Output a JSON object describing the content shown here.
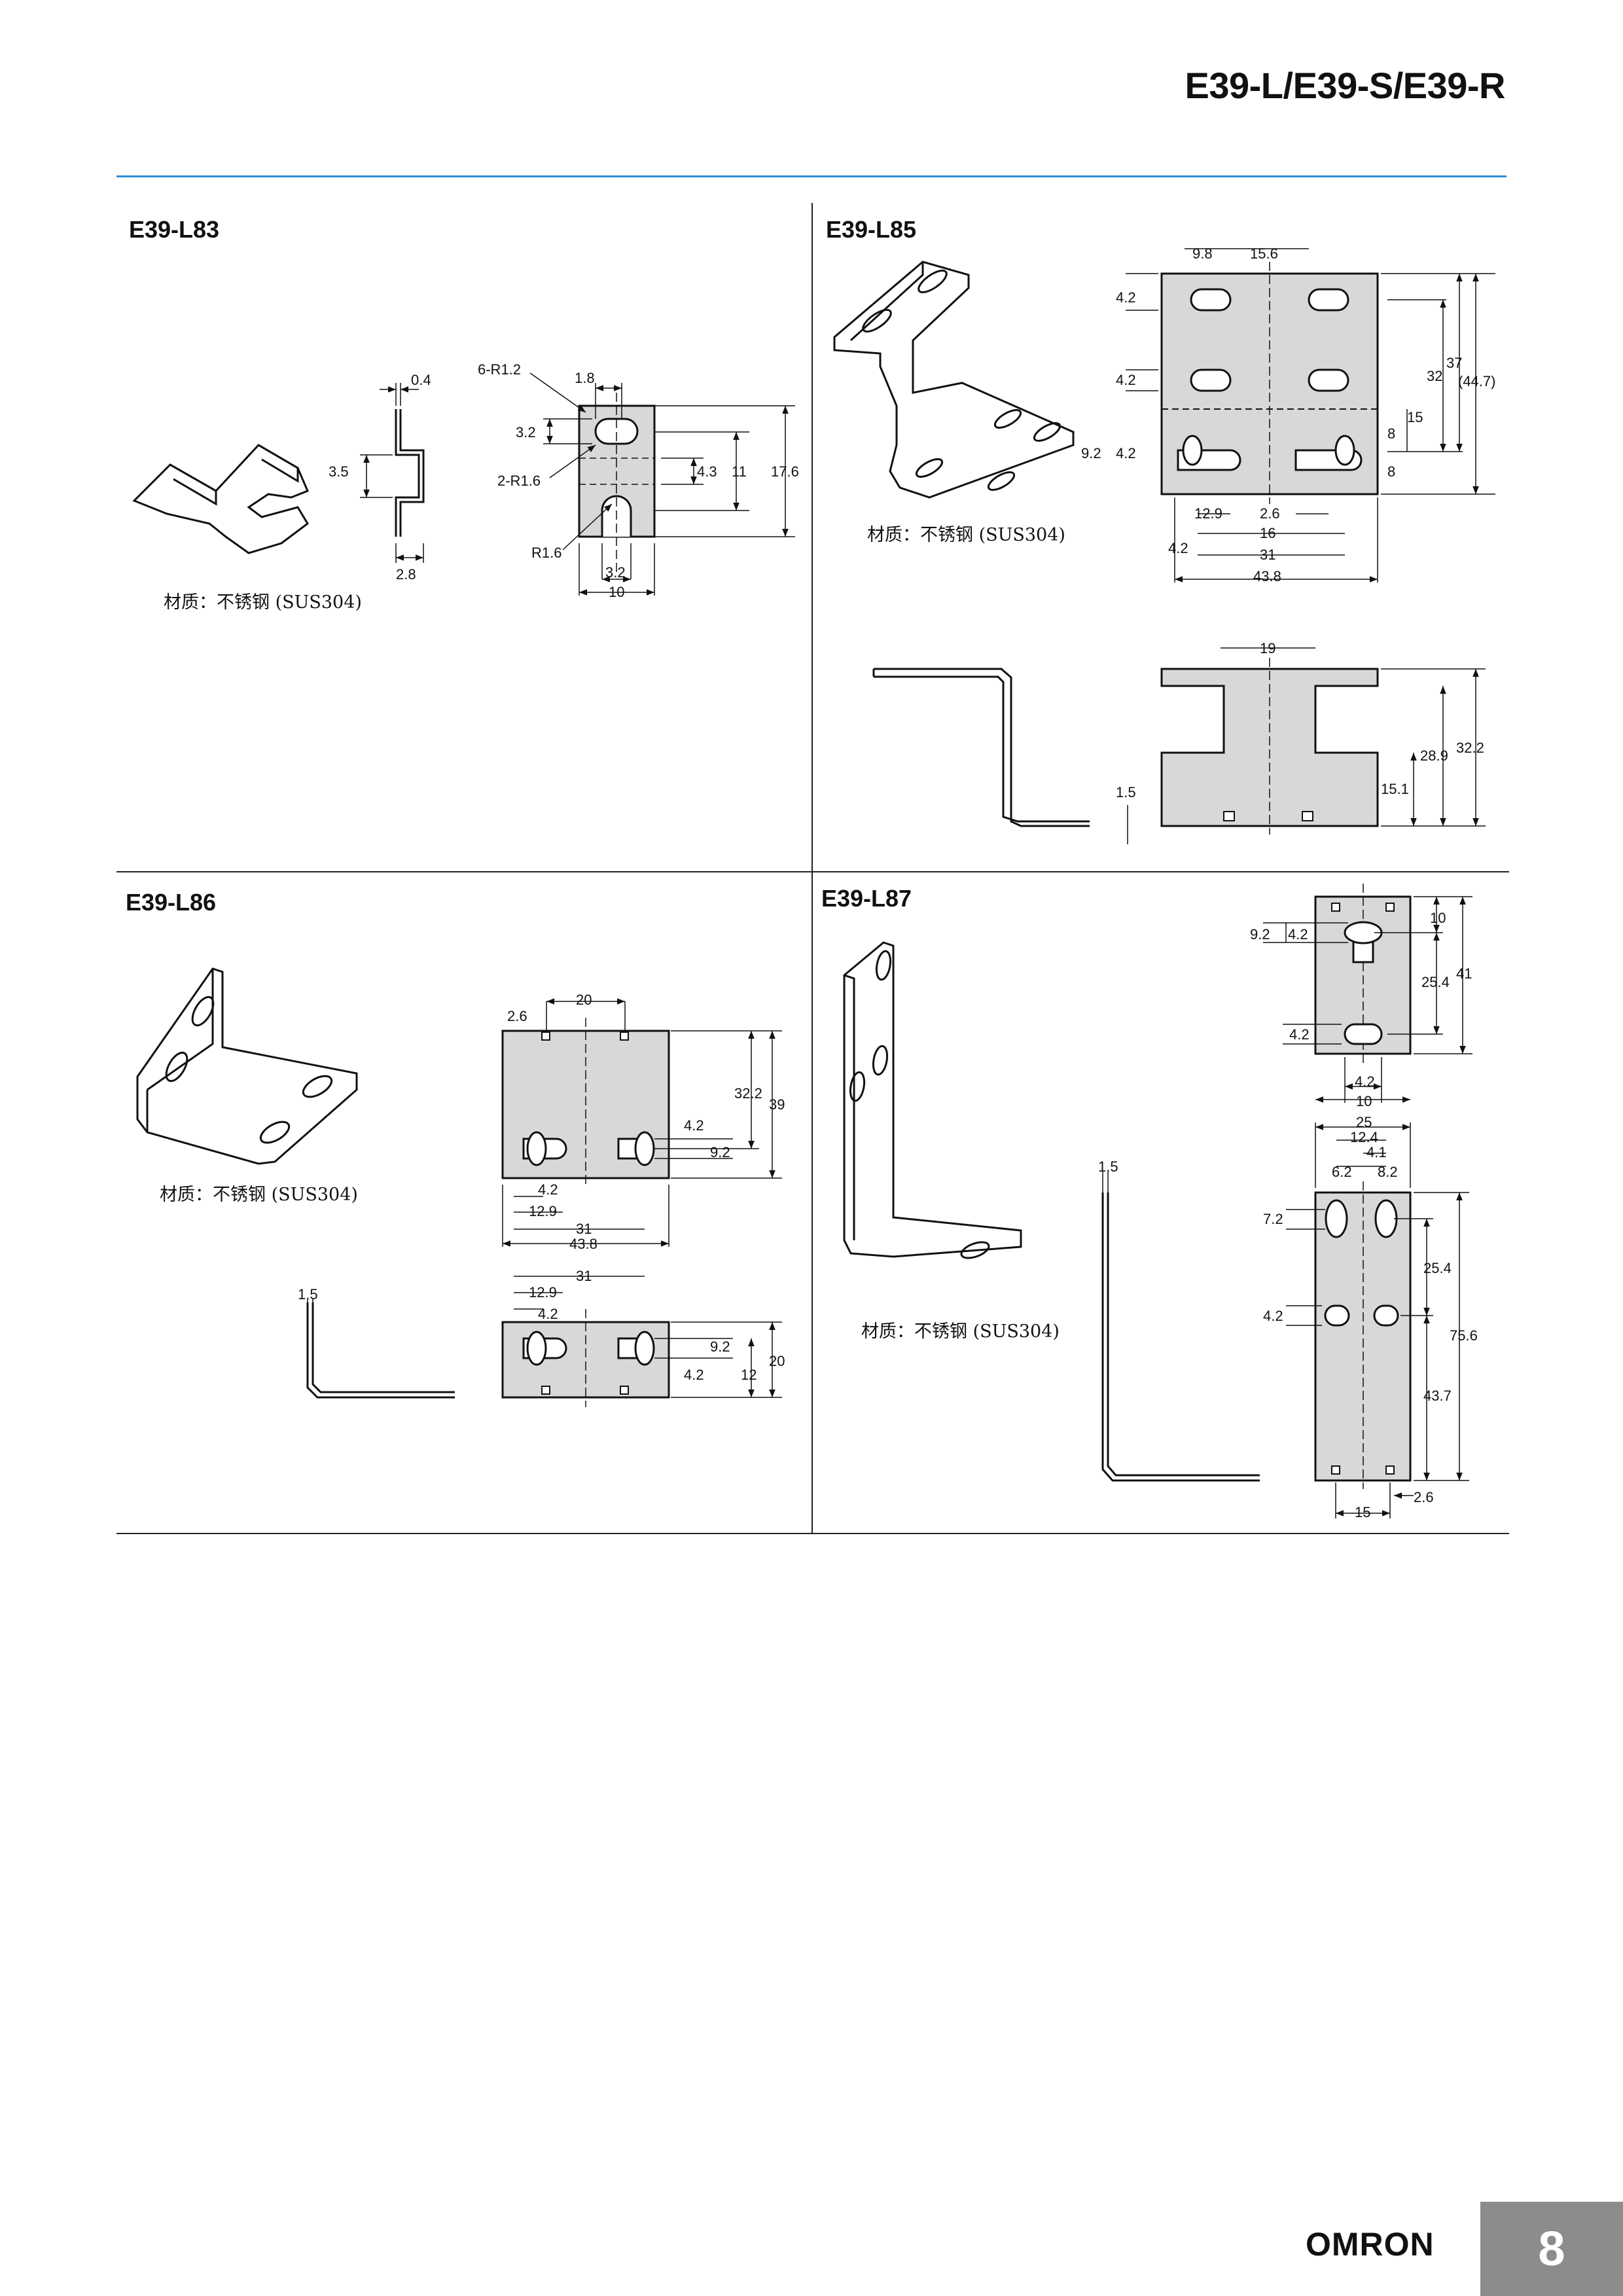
{
  "header": {
    "title": "E39-L/E39-S/E39-R"
  },
  "panels": {
    "l83": {
      "title": "E39-L83",
      "material": "材质：不锈钢 (SUS304)",
      "dims": [
        "0.4",
        "3.5",
        "2.8",
        "6-R1.2",
        "1.8",
        "3.2",
        "2-R1.6",
        "4.3",
        "11",
        "17.6",
        "R1.6",
        "3.2",
        "10"
      ]
    },
    "l85": {
      "title": "E39-L85",
      "material": "材质：不锈钢 (SUS304)",
      "dims": [
        "9.8",
        "15.6",
        "4.2",
        "4.2",
        "32",
        "37",
        "(44.7)",
        "15",
        "8",
        "8",
        "9.2",
        "4.2",
        "12.9",
        "2.6",
        "16",
        "4.2",
        "31",
        "43.8",
        "19",
        "1.5",
        "28.9",
        "32.2",
        "15.1"
      ]
    },
    "l86": {
      "title": "E39-L86",
      "material": "材质：不锈钢 (SUS304)",
      "dims": [
        "2.6",
        "20",
        "32.2",
        "39",
        "4.2",
        "9.2",
        "4.2",
        "12.9",
        "31",
        "43.8",
        "1.5",
        "31",
        "12.9",
        "4.2",
        "9.2",
        "4.2",
        "12",
        "20"
      ]
    },
    "l87": {
      "title": "E39-L87",
      "material": "材质：不锈钢 (SUS304)",
      "dims": [
        "10",
        "9.2",
        "4.2",
        "25.4",
        "41",
        "4.2",
        "4.2",
        "10",
        "25",
        "12.4",
        "4.1",
        "6.2",
        "8.2",
        "1.5",
        "7.2",
        "25.4",
        "4.2",
        "75.6",
        "43.7",
        "2.6",
        "15"
      ]
    }
  },
  "footer": {
    "logo": "OMRON",
    "page": "8"
  },
  "colors": {
    "accent_rule": "#2d8fd6",
    "part_fill": "#d8d8d8",
    "page_box": "#8c8c8c"
  }
}
